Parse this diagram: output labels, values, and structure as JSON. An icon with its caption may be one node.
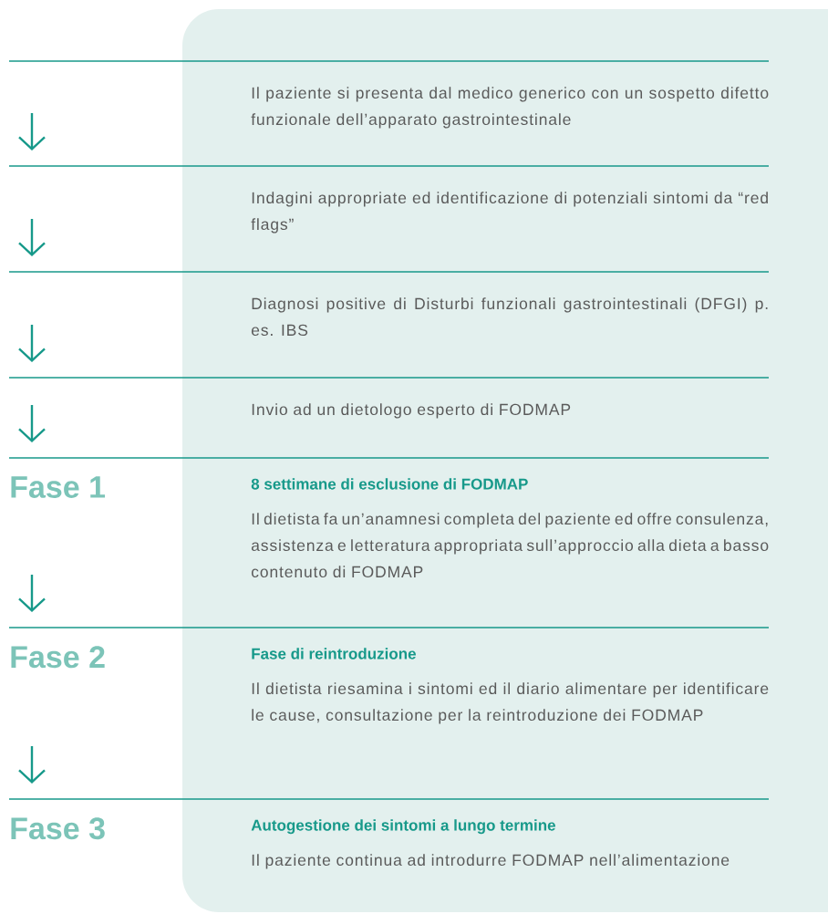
{
  "diagram": {
    "nodes": [
      {
        "text": [
          "Il paziente si presenta dal medico generico con un sospetto difetto funzionale dell’apparato gastrointestinale"
        ]
      },
      {
        "text": [
          "Indagini appropriate ed identificazione di potenziali sintomi da “red flags”"
        ]
      },
      {
        "text": [
          "Diagnosi positive di Disturbi funzionali gastrointestinali (DFGI) p. es. IBS"
        ]
      },
      {
        "text": [
          "Invio ad un dietologo esperto di FODMAP"
        ]
      },
      {
        "text": [
          "Fase 1",
          "8 settimane di esclusione di FODMAP",
          "Il dietista fa un’anamnesi completa del paziente ed offre consulenza, assistenza e letteratura appropriata sull’approccio alla dieta a basso contenuto di FODMAP"
        ]
      },
      {
        "text": [
          "Fase 2",
          "Fase di reintroduzione",
          "Il dietista riesamina i sintomi ed il diario alimentare per identificare le cause, consultazione per la reintroduzione dei FODMAP"
        ]
      },
      {
        "text": [
          "Fase 3",
          "Autogestione dei sintomi a lungo termine",
          "Il paziente continua ad introdurre FODMAP nell’alimentazione"
        ]
      }
    ]
  }
}
